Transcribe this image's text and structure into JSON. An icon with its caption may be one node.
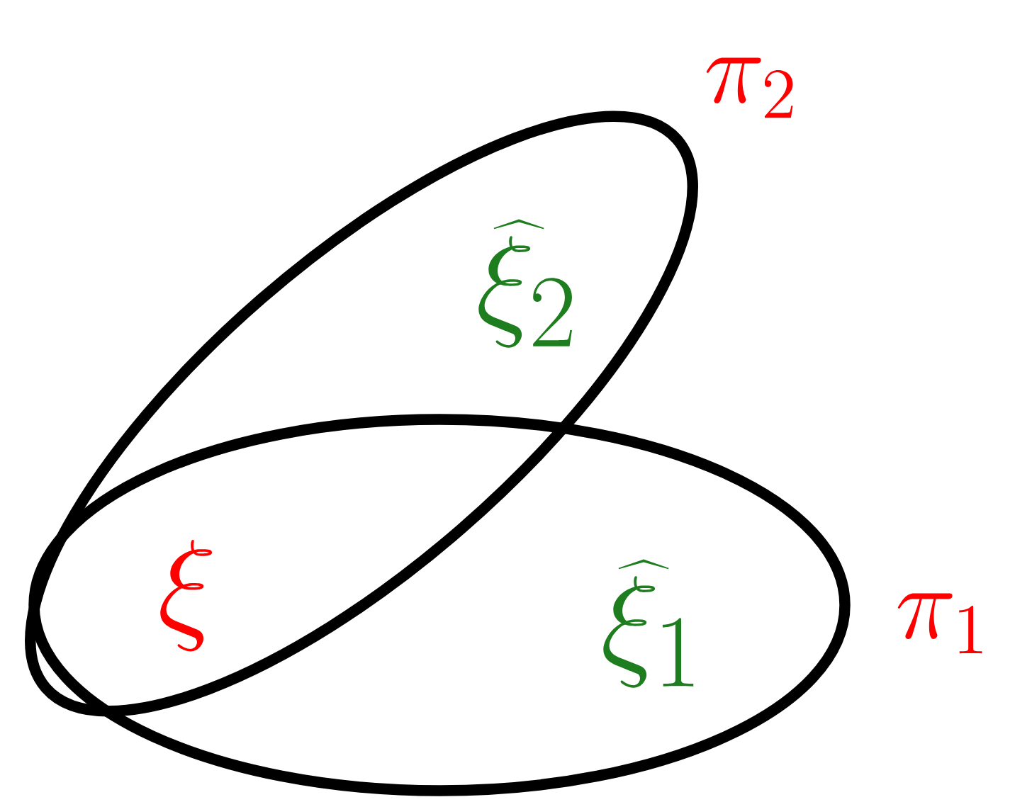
{
  "diagram": {
    "nodes": [
      {
        "text": [
          "\\pi_2"
        ]
      },
      {
        "text": [
          "\\pi_1"
        ]
      }
    ],
    "labels": [
      "\\xi",
      "\\widehat{\\xi}_2",
      "\\widehat{\\xi}_1"
    ]
  }
}
